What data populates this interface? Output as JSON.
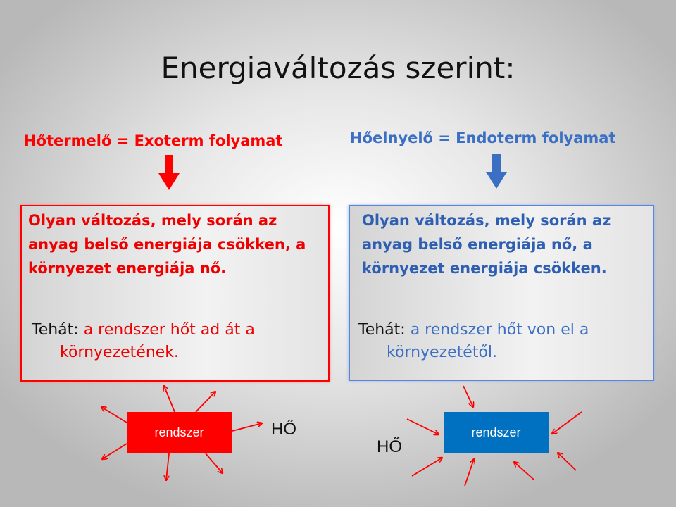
{
  "title": "Energiaváltozás szerint:",
  "left": {
    "heading": "Hőtermelő = Exoterm folyamat",
    "definition": "Olyan változás, mely során az anyag belső energiája csökken, a környezet energiája nő.",
    "thus_label": "Tehát:",
    "thus_line1": "a rendszer hőt ad át a",
    "thus_line2": "környezetének.",
    "system_label": "rendszer",
    "heat_label": "HŐ",
    "color": "#ff0000"
  },
  "right": {
    "heading": "Hőelnyelő = Endoterm folyamat",
    "definition": "Olyan változás, mely során az anyag belső energiája nő, a környezet energiája csökken.",
    "thus_label": "Tehát:",
    "thus_line1": "a rendszer hőt von el a",
    "thus_line2": "környezetétől.",
    "system_label": "rendszer",
    "heat_label": "HŐ",
    "color": "#0070c0"
  }
}
